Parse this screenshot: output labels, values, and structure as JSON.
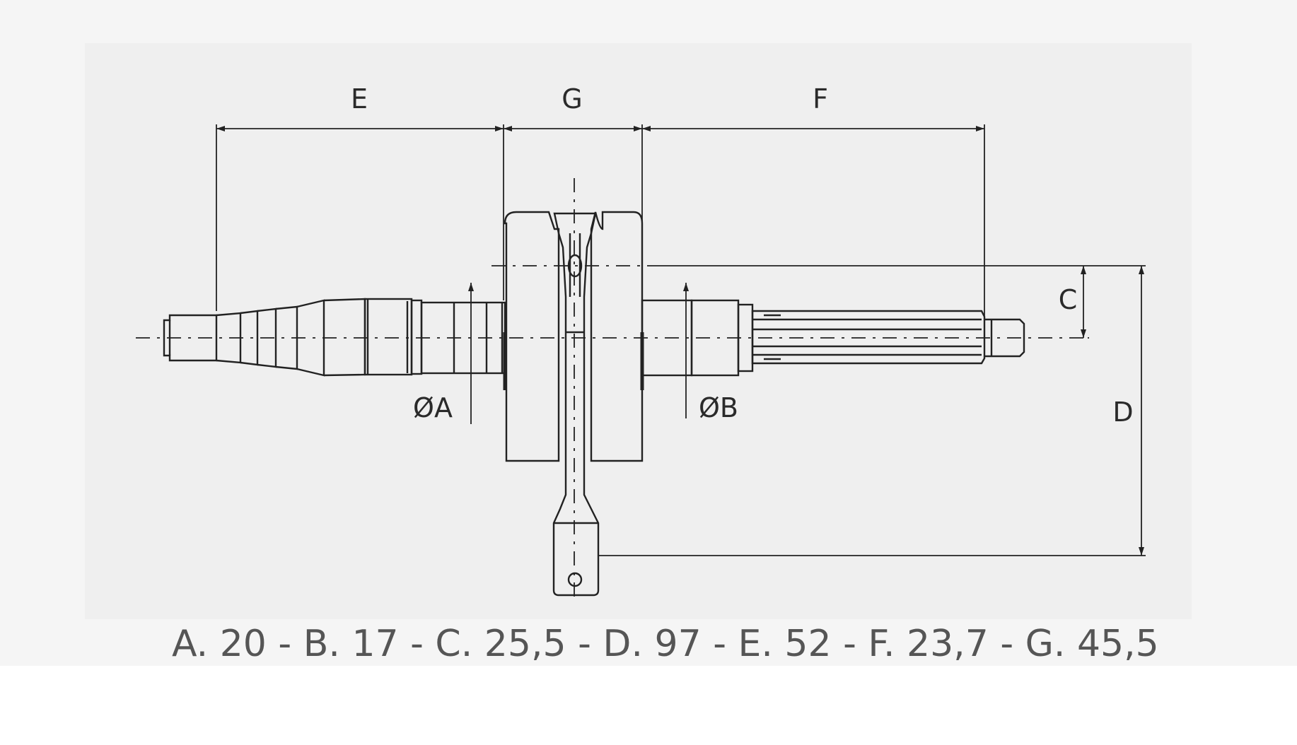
{
  "labels": {
    "E": "E",
    "G": "G",
    "F": "F",
    "C": "C",
    "D": "D",
    "A": "ØA",
    "B": "ØB"
  },
  "caption": "A. 20 - B. 17 - C. 25,5 - D. 97 - E. 52 - F. 23,7 - G. 45,5",
  "colors": {
    "line": "#222222",
    "panel": "#efefef",
    "caption": "#555555"
  }
}
